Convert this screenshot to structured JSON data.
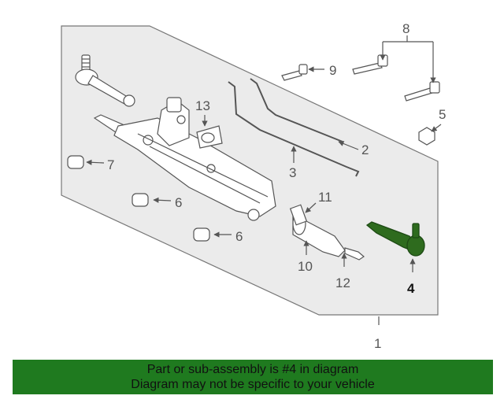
{
  "callouts": {
    "c1": "1",
    "c2": "2",
    "c3": "3",
    "c4": "4",
    "c5": "5",
    "c6a": "6",
    "c6b": "6",
    "c7": "7",
    "c8": "8",
    "c9": "9",
    "c10": "10",
    "c11": "11",
    "c12": "12",
    "c13": "13"
  },
  "highlight_part": "4",
  "colors": {
    "highlight": "#2e6b1e",
    "banner_bg": "#1f7a1f",
    "line_art": "#666666"
  },
  "banner": {
    "line1": "Part or sub-assembly is #4 in diagram",
    "line2": "Diagram may not be specific to your vehicle"
  }
}
